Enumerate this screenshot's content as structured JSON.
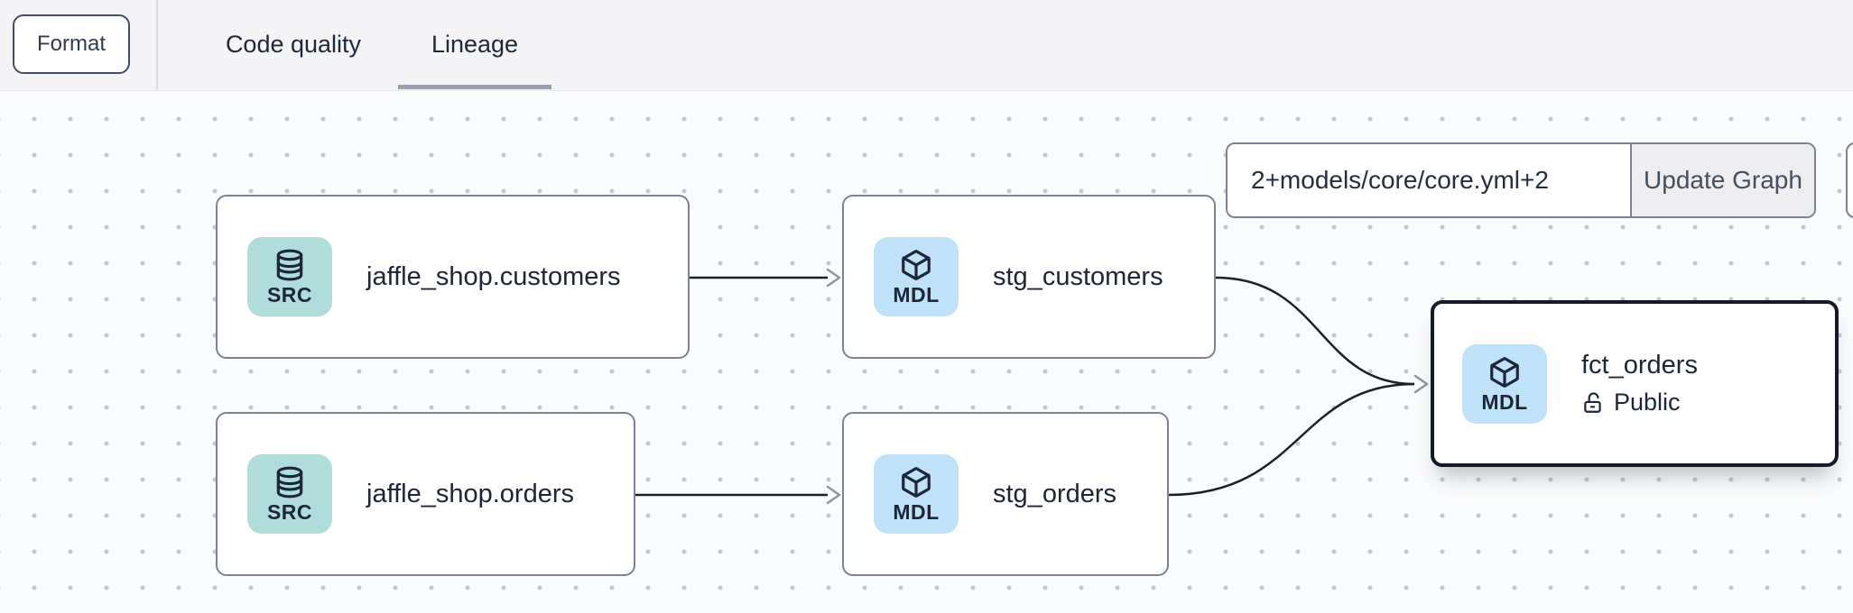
{
  "toolbar": {
    "format_button": "Format",
    "tabs": [
      {
        "label": "Code quality",
        "active": false
      },
      {
        "label": "Lineage",
        "active": true
      }
    ]
  },
  "graph_controls": {
    "selector_value": "2+models/core/core.yml+2",
    "update_button": "Update Graph"
  },
  "lineage": {
    "nodes": [
      {
        "label": "jaffle_shop.customers",
        "badge": "SRC",
        "icon": "database-icon",
        "selected": false
      },
      {
        "label": "stg_customers",
        "badge": "MDL",
        "icon": "cube-icon",
        "selected": false
      },
      {
        "label": "jaffle_shop.orders",
        "badge": "SRC",
        "icon": "database-icon",
        "selected": false
      },
      {
        "label": "stg_orders",
        "badge": "MDL",
        "icon": "cube-icon",
        "selected": false
      },
      {
        "label": "fct_orders",
        "badge": "MDL",
        "icon": "cube-icon",
        "selected": true,
        "access": "Public",
        "access_icon": "unlock-icon"
      }
    ],
    "edges": [
      {
        "from": "jaffle_shop.customers",
        "to": "stg_customers"
      },
      {
        "from": "jaffle_shop.orders",
        "to": "stg_orders"
      },
      {
        "from": "stg_customers",
        "to": "fct_orders"
      },
      {
        "from": "stg_orders",
        "to": "fct_orders"
      }
    ]
  },
  "colors": {
    "src_badge_bg": "#b0dcda",
    "mdl_badge_bg": "#bfe2f8",
    "node_border": "#7b8391",
    "selected_node_border": "#141c2b",
    "edge_line": "#1a202a",
    "edge_arrow": "#8e96a4",
    "tab_underline": "#9aa0ab",
    "text_dark": "#1d2636",
    "topbar_bg": "#f4f4f6",
    "canvas_bg": "#fafbfc",
    "canvas_dot": "#c6cace"
  }
}
